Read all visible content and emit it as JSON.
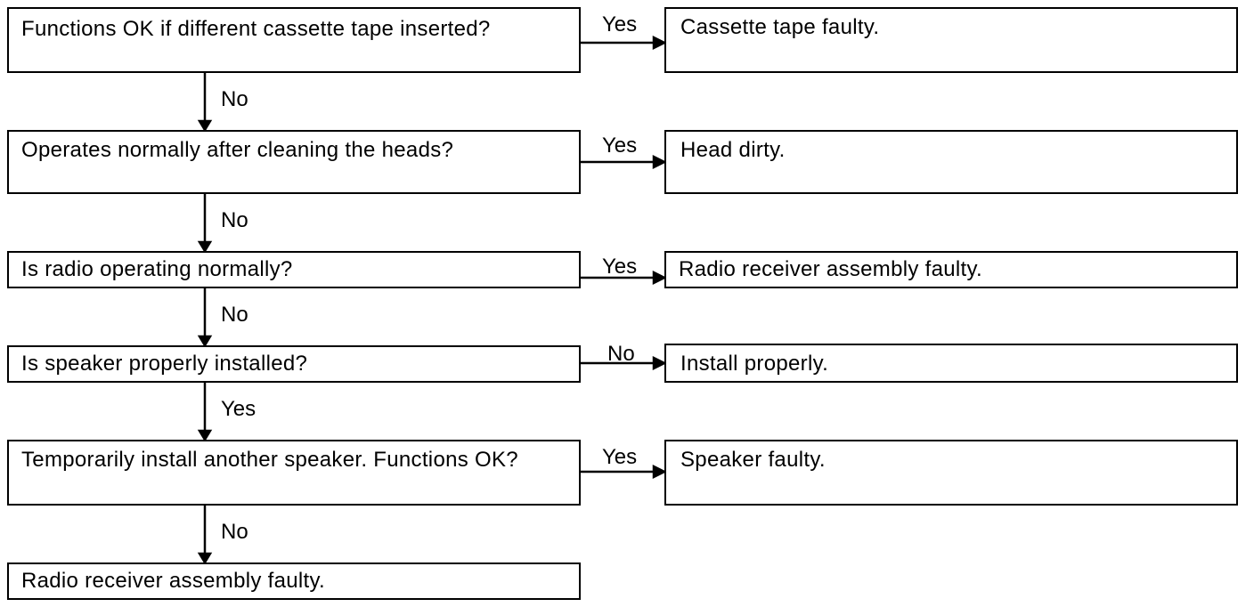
{
  "questions": [
    {
      "text": "Functions OK if different cassette tape inserted?"
    },
    {
      "text": "Operates normally after cleaning the heads?"
    },
    {
      "text": "Is radio operating normally?"
    },
    {
      "text": "Is speaker properly installed?"
    },
    {
      "text": "Temporarily install another speaker. Functions OK?"
    }
  ],
  "final": {
    "text": "Radio receiver assembly faulty."
  },
  "results": [
    {
      "branch": "Yes",
      "text": "Cassette tape faulty."
    },
    {
      "branch": "Yes",
      "text": "Head dirty."
    },
    {
      "branch": "Yes",
      "text": "Radio receiver assembly faulty."
    },
    {
      "branch": "No",
      "text": "Install properly."
    },
    {
      "branch": "Yes",
      "text": "Speaker faulty."
    }
  ],
  "down_labels": [
    "No",
    "No",
    "No",
    "Yes",
    "No"
  ]
}
